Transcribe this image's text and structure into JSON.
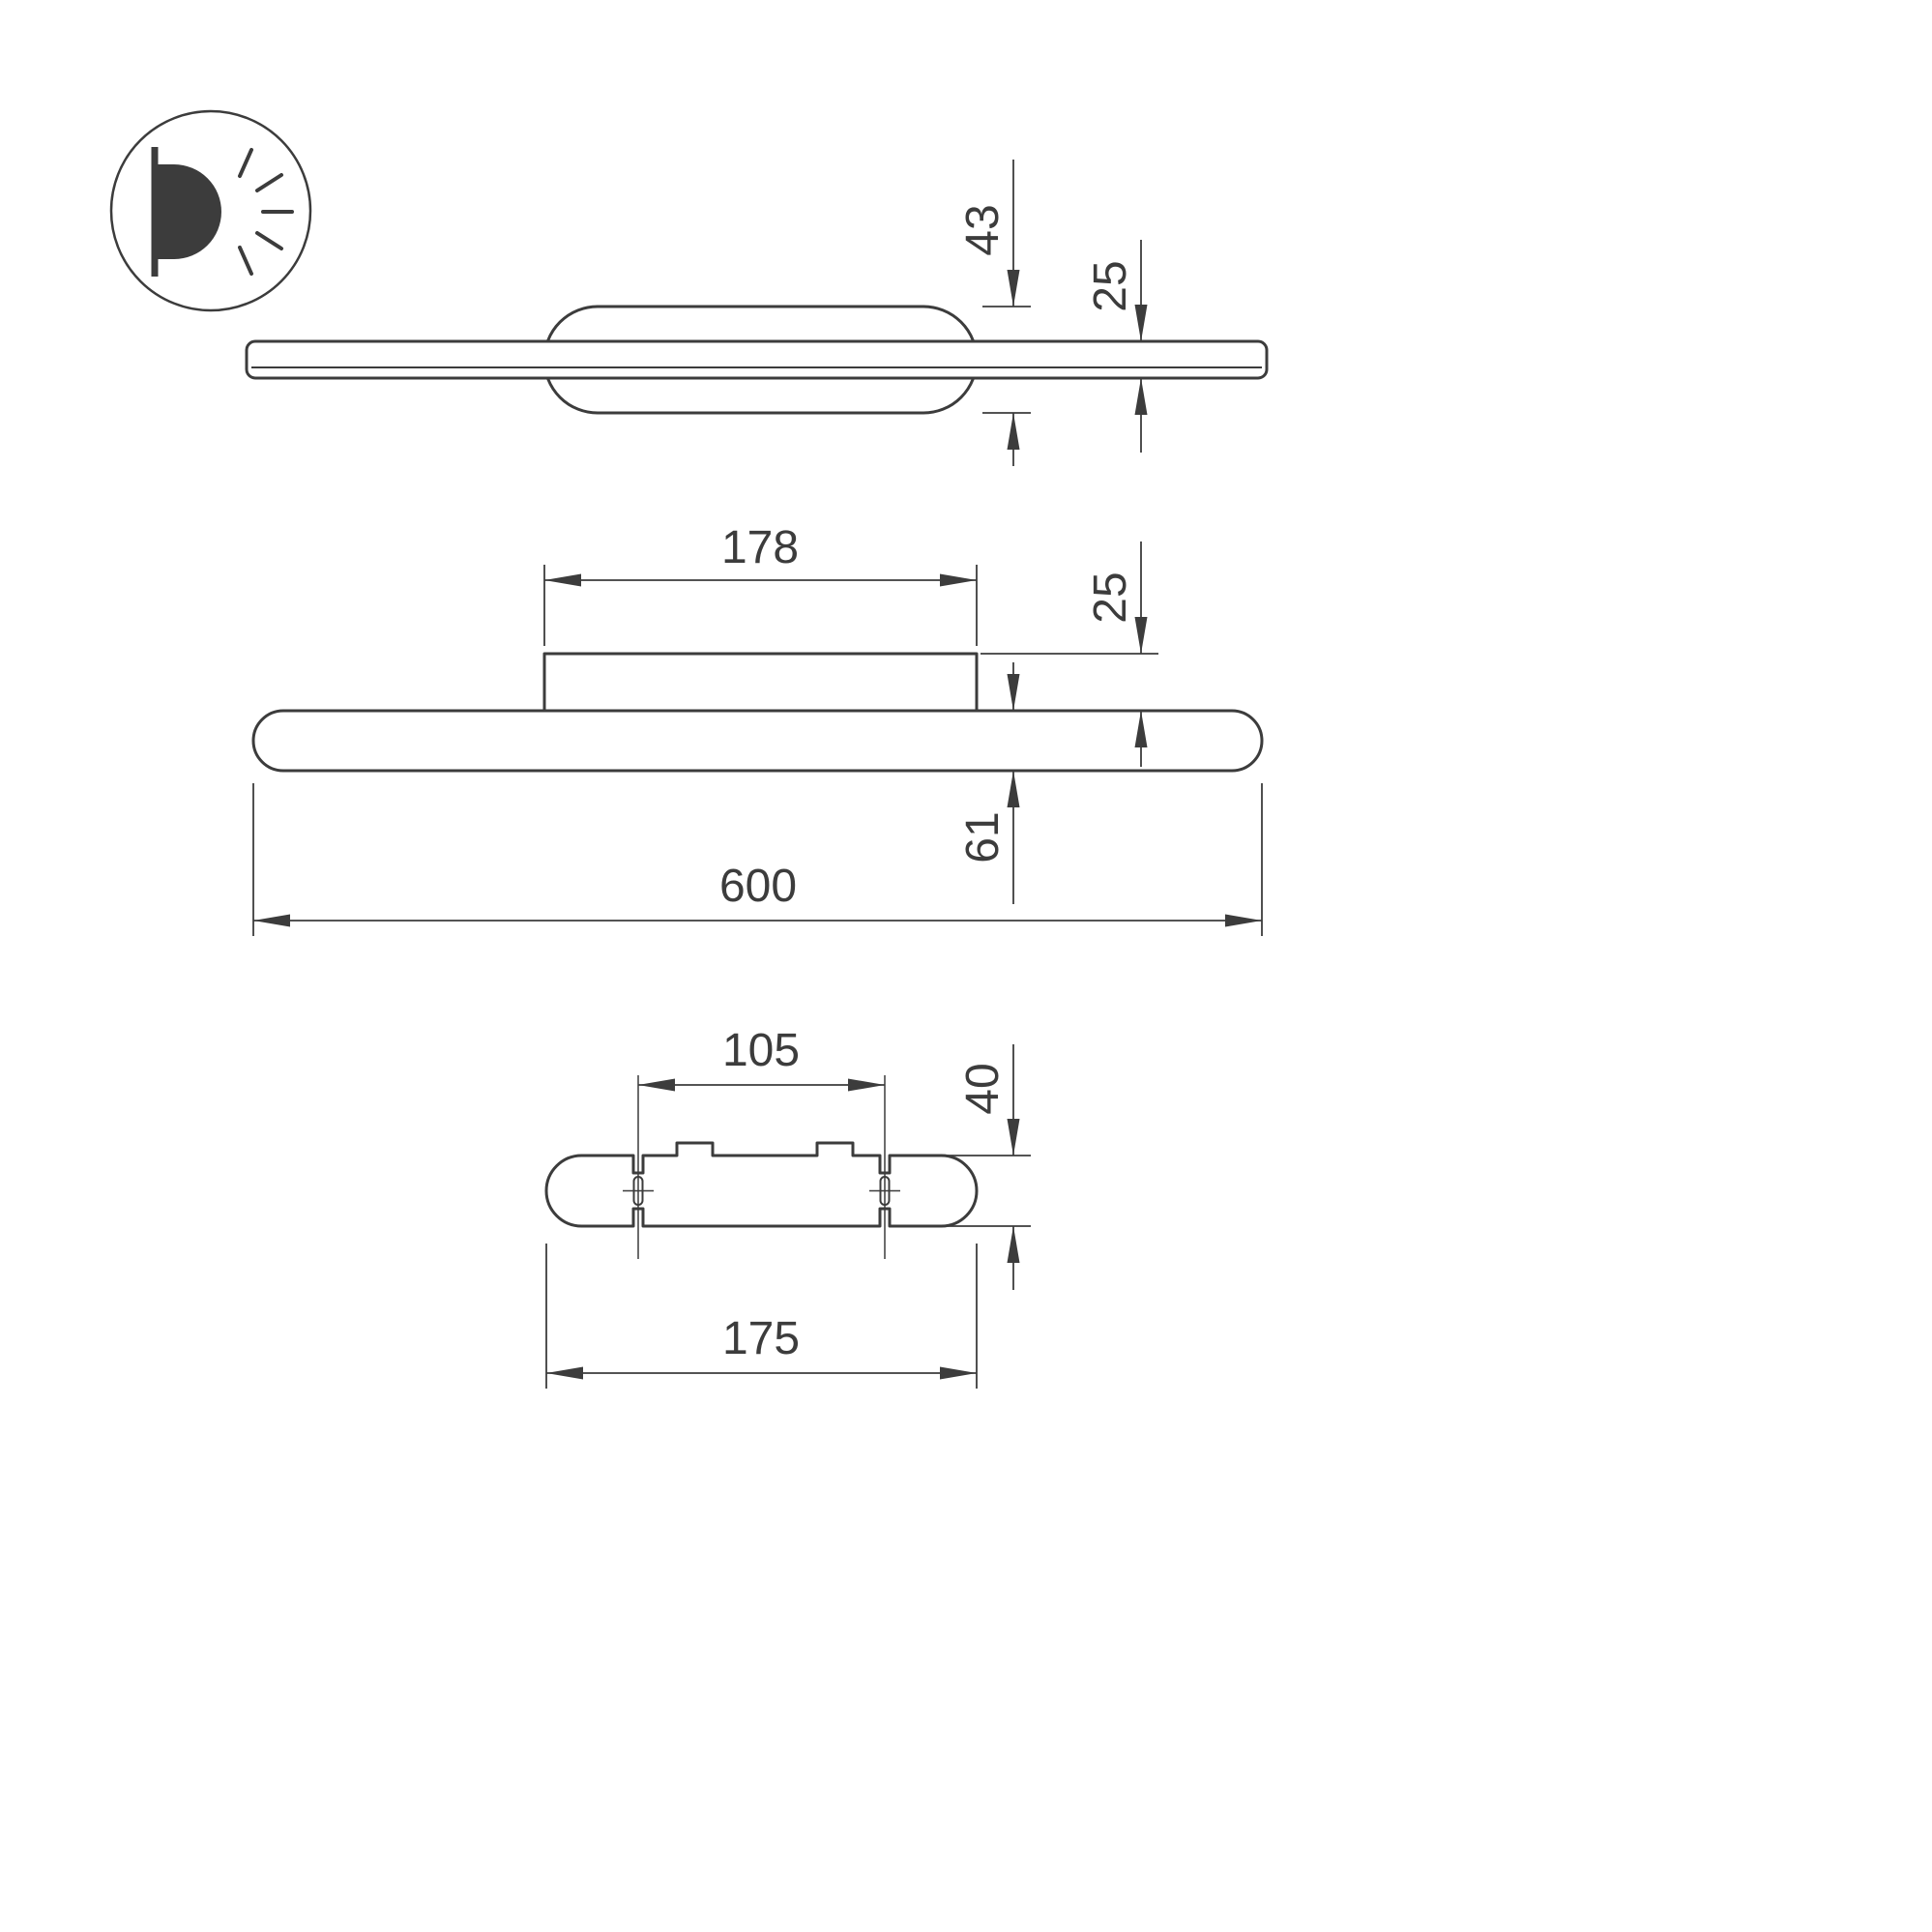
{
  "drawing": {
    "colors": {
      "line": "#3c3c3c",
      "background": "#ffffff"
    },
    "icon": {
      "name": "wall-light-icon"
    },
    "views": {
      "side": {
        "dim_bracket_depth": "43",
        "dim_body_thickness": "25"
      },
      "front": {
        "dim_bracket_width": "178",
        "dim_bracket_height": "25",
        "dim_body_height": "61",
        "dim_overall_length": "600"
      },
      "bracket": {
        "dim_slot_spacing": "105",
        "dim_width": "40",
        "dim_length": "175"
      }
    }
  }
}
